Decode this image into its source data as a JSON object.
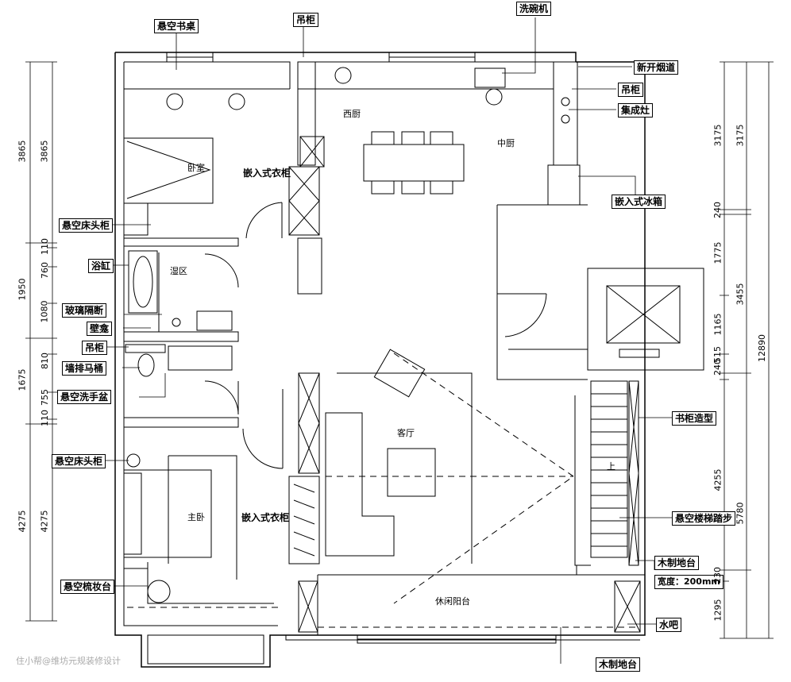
{
  "labels": {
    "suspended_desk": "悬空书桌",
    "wall_cabinet_top": "吊柜",
    "dishwasher": "洗碗机",
    "new_flue": "新开烟道",
    "wall_cabinet_right": "吊柜",
    "integrated_stove": "集成灶",
    "embedded_wardrobe_1": "嵌入式衣柜",
    "embedded_fridge": "嵌入式冰箱",
    "suspended_bedside_1": "悬空床头柜",
    "bathtub": "浴缸",
    "glass_partition": "玻璃隔断",
    "wall_niche": "壁龛",
    "wall_cabinet_left": "吊柜",
    "wall_toilet": "墙排马桶",
    "suspended_basin": "悬空洗手盆",
    "suspended_bedside_2": "悬空床头柜",
    "embedded_wardrobe_2": "嵌入式衣柜",
    "suspended_vanity": "悬空梳妆台",
    "bookcase": "书柜造型",
    "floating_stairs": "悬空楼梯踏步",
    "wood_platform_1": "木制地台",
    "width_note": "宽度：200mm",
    "water_bar": "水吧",
    "wood_platform_2": "木制地台"
  },
  "rooms": {
    "bedroom": "卧室",
    "western_kitchen": "西厨",
    "chinese_kitchen": "中厨",
    "wet_area": "湿区",
    "living_room": "客厅",
    "master_bedroom": "主卧",
    "leisure_balcony": "休闲阳台",
    "stairs_up": "上"
  },
  "dimensions": {
    "left_outer": [
      "3865",
      "1950",
      "1675",
      "4275"
    ],
    "left_inner": [
      "3865",
      "110",
      "760",
      "1080",
      "810",
      "755",
      "110",
      "4275"
    ],
    "right_inner": [
      "3175",
      "240",
      "1775",
      "1165",
      "240",
      "515",
      "4255",
      "230",
      "1295"
    ],
    "right_mid": [
      "3175",
      "3455",
      "5780"
    ],
    "right_outer": [
      "12890"
    ]
  },
  "watermark": "住小帮@维坊元规装修设计"
}
